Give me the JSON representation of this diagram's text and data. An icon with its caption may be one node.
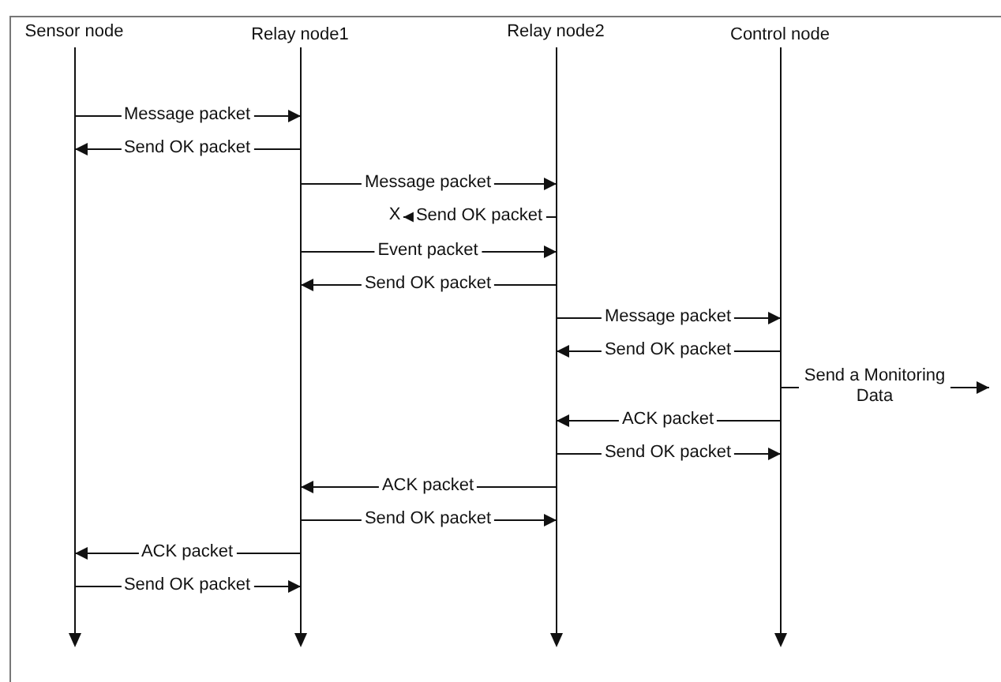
{
  "diagram": {
    "nodes": [
      {
        "text": [
          "Sensor node"
        ]
      },
      {
        "text": [
          "Relay node1"
        ]
      },
      {
        "text": [
          "Relay node2"
        ]
      },
      {
        "text": [
          "Control node"
        ]
      },
      {
        "text": [
          "X"
        ]
      }
    ],
    "edges": [
      {
        "from": 0,
        "to": 1,
        "arrow": "to",
        "label": "Message packet"
      },
      {
        "from": 1,
        "to": 0,
        "arrow": "to",
        "label": "Send OK packet"
      },
      {
        "from": 1,
        "to": 2,
        "arrow": "to",
        "label": "Message packet"
      },
      {
        "from": 2,
        "to": 4,
        "arrow": "to",
        "label": "Send OK packet"
      },
      {
        "from": 1,
        "to": 2,
        "arrow": "to",
        "label": "Event packet"
      },
      {
        "from": 2,
        "to": 1,
        "arrow": "to",
        "label": "Send OK packet"
      },
      {
        "from": 2,
        "to": 3,
        "arrow": "to",
        "label": "Message packet"
      },
      {
        "from": 3,
        "to": 2,
        "arrow": "to",
        "label": "Send OK packet"
      },
      {
        "from": 3,
        "to": null,
        "arrow": "to",
        "label": "Send a Monitoring Data"
      },
      {
        "from": 3,
        "to": 2,
        "arrow": "to",
        "label": "ACK packet"
      },
      {
        "from": 2,
        "to": 3,
        "arrow": "to",
        "label": "Send OK packet"
      },
      {
        "from": 2,
        "to": 1,
        "arrow": "to",
        "label": "ACK packet"
      },
      {
        "from": 1,
        "to": 2,
        "arrow": "to",
        "label": "Send OK packet"
      },
      {
        "from": 1,
        "to": 0,
        "arrow": "to",
        "label": "ACK packet"
      },
      {
        "from": 0,
        "to": 1,
        "arrow": "to",
        "label": "Send OK packet"
      }
    ]
  }
}
